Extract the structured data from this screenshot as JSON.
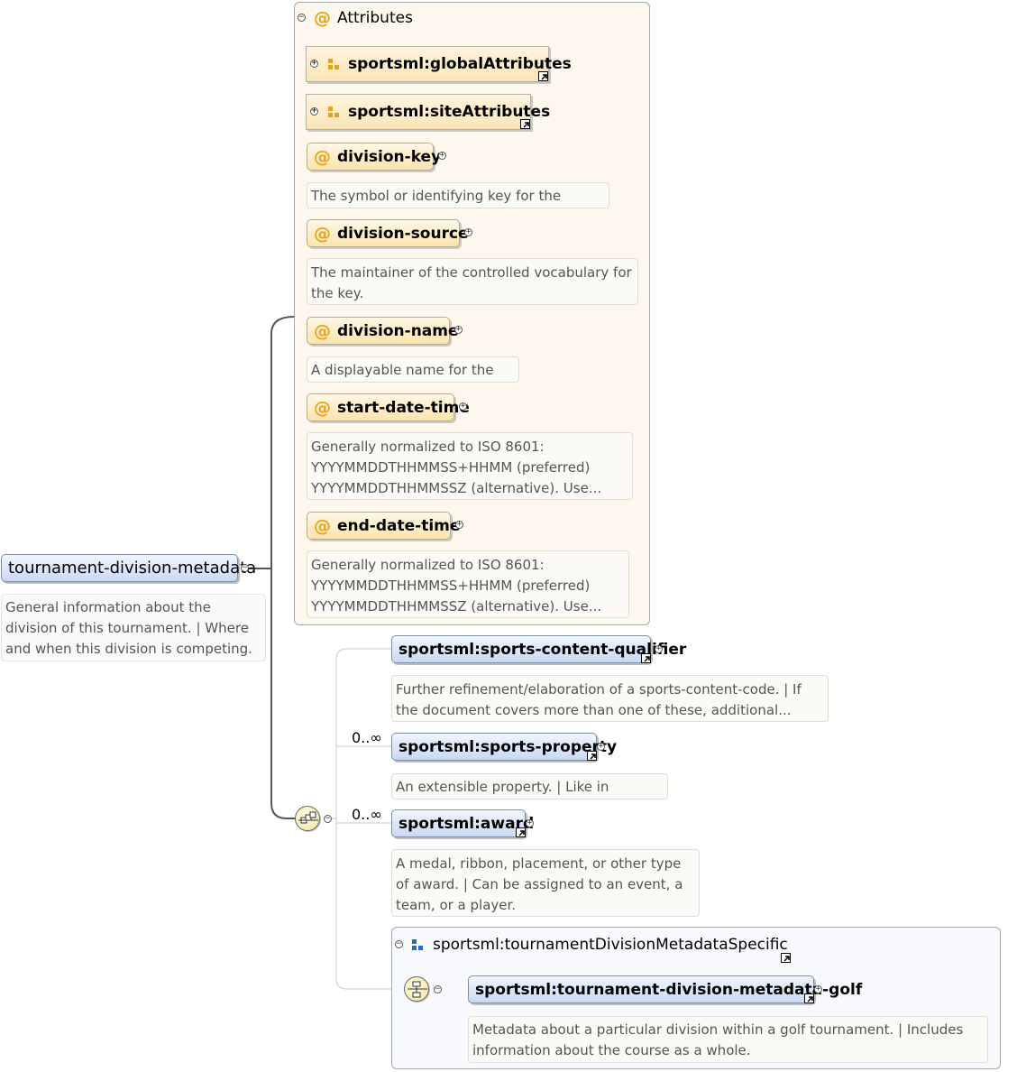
{
  "root": {
    "name": "tournament-division-metadata",
    "doc": "General information about the division of this tournament. | Where and when this division is competing."
  },
  "attributes": {
    "title": "Attributes",
    "groups": [
      {
        "label": "sportsml:globalAttributes"
      },
      {
        "label": "sportsml:siteAttributes"
      }
    ],
    "items": [
      {
        "name": "division-key",
        "doc": "The symbol or identifying key for the division."
      },
      {
        "name": "division-source",
        "doc": "The maintainer of the controlled vocabulary for the key."
      },
      {
        "name": "division-name",
        "doc": "A displayable name for the key."
      },
      {
        "name": "start-date-time",
        "doc": "Generally normalized to ISO 8601: YYYYMMDDTHHMMSS+HHMM (preferred) YYYYMMDDTHHMMSSZ (alternative). Use..."
      },
      {
        "name": "end-date-time",
        "doc": "Generally normalized to ISO 8601: YYYYMMDDTHHMMSS+HHMM (preferred) YYYYMMDDTHHMMSSZ (alternative). Use..."
      }
    ]
  },
  "sequence": {
    "elements": [
      {
        "name": "sportsml:sports-content-qualifier",
        "cardinality": "",
        "doc": "Further refinement/elaboration of a sports-content-code. | If the document covers more than one of these, additional..."
      },
      {
        "name": "sportsml:sports-property",
        "cardinality": "0..∞",
        "doc": "An extensible property. | Like in NewsML."
      },
      {
        "name": "sportsml:award",
        "cardinality": "0..∞",
        "doc": "A medal, ribbon, placement, or other type of award. | Can be assigned to an event, a team, or a player."
      }
    ],
    "group": {
      "label": "sportsml:tournamentDivisionMetadataSpecific",
      "element": {
        "name": "sportsml:tournament-division-metadata-golf",
        "doc": "Metadata about a particular division within a golf tournament. | Includes information about the course as a whole."
      }
    }
  },
  "colors": {
    "attribute_fill": "#fbe3ad",
    "element_fill": "#c9d9f3",
    "attribute_icon": "#e8a317",
    "group_icon": "#2b6cb0"
  }
}
